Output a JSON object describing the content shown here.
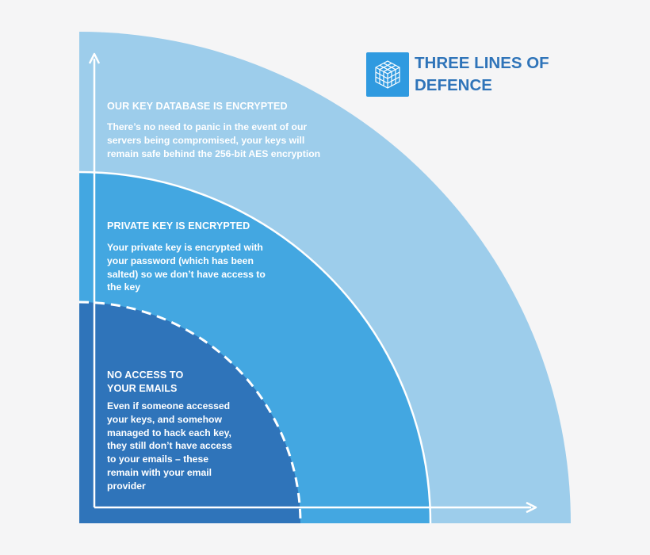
{
  "title": "THREE LINES OF\nDEFENCE",
  "logo": {
    "icon": "cube-grid-icon",
    "bg_color": "#2f9ae0"
  },
  "colors": {
    "outer_layer": "#9dcdeb",
    "middle_layer": "#43a7e1",
    "inner_layer": "#2f74ba",
    "title_text": "#2f74b9"
  },
  "layers": [
    {
      "heading": "OUR KEY DATABASE IS ENCRYPTED",
      "body": "There’s no need to panic in the event of our\nservers being compromised, your keys will\nremain safe behind the 256-bit AES encryption"
    },
    {
      "heading": "PRIVATE KEY IS ENCRYPTED",
      "body": "Your private key is encrypted with\nyour password (which has been\nsalted) so we don’t have access to\nthe key"
    },
    {
      "heading": "NO ACCESS TO\nYOUR EMAILS",
      "body": "Even if someone accessed\nyour keys, and somehow\nmanaged to hack each key,\nthey still don’t have access\nto your emails – these\nremain with your email\nprovider"
    }
  ]
}
